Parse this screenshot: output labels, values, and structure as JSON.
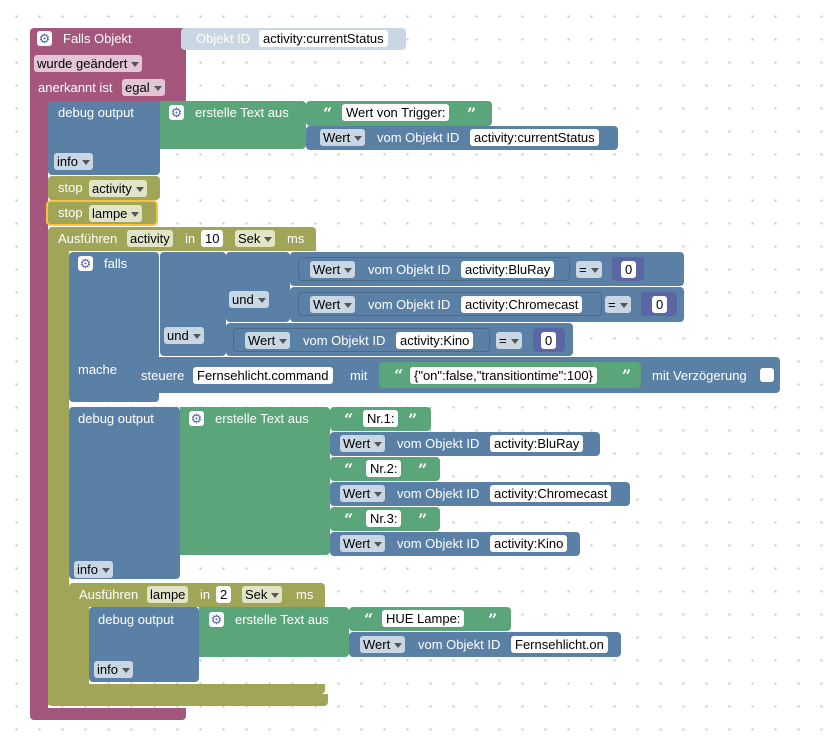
{
  "event": {
    "title": "Falls Objekt",
    "objektid_label": "Objekt ID",
    "objektid_value": "activity:currentStatus",
    "change_dd": "wurde geändert",
    "ack_label": "anerkannt ist",
    "ack_dd": "egal"
  },
  "debug1": {
    "label": "debug output",
    "text_label": "erstelle Text aus",
    "str1": "Wert von Trigger:",
    "wert_dd": "Wert",
    "vom_label": "vom Objekt ID",
    "obj": "activity:currentStatus",
    "level_dd": "info"
  },
  "stop1": {
    "label": "stop",
    "dd": "activity"
  },
  "stop2": {
    "label": "stop",
    "dd": "lampe"
  },
  "timeout1": {
    "label": "Ausführen",
    "name": "activity",
    "in_label": "in",
    "value": "10",
    "unit_dd": "Sek",
    "ms_label": "ms"
  },
  "if_block": {
    "falls": "falls",
    "mache": "mache",
    "und1": "und",
    "und2": "und",
    "cmp1": {
      "wert": "Wert",
      "vom": "vom Objekt ID",
      "obj": "activity:BluRay",
      "op": "=",
      "num": "0"
    },
    "cmp2": {
      "wert": "Wert",
      "vom": "vom Objekt ID",
      "obj": "activity:Chromecast",
      "op": "=",
      "num": "0"
    },
    "cmp3": {
      "wert": "Wert",
      "vom": "vom Objekt ID",
      "obj": "activity:Kino",
      "op": "=",
      "num": "0"
    },
    "control": {
      "label": "steuere",
      "obj": "Fernsehlicht.command",
      "mit": "mit",
      "value": "{\"on\":false,\"transitiontime\":100}",
      "delay_label": "mit Verzögerung"
    }
  },
  "debug2": {
    "label": "debug output",
    "text_label": "erstelle Text aus",
    "s1": "Nr.1:",
    "s2": "Nr.2:",
    "s3": "Nr.3:",
    "wert": "Wert",
    "vom": "vom Objekt ID",
    "o1": "activity:BluRay",
    "o2": "activity:Chromecast",
    "o3": "activity:Kino",
    "level_dd": "info"
  },
  "timeout2": {
    "label": "Ausführen",
    "name": "lampe",
    "in_label": "in",
    "value": "2",
    "unit_dd": "Sek",
    "ms_label": "ms"
  },
  "debug3": {
    "label": "debug output",
    "text_label": "erstelle Text aus",
    "str": "HUE Lampe:",
    "wert": "Wert",
    "vom": "vom Objekt ID",
    "obj": "Fernsehlicht.on",
    "level_dd": "info"
  },
  "icons": {
    "gear": "⚙",
    "open_quote": "“",
    "close_quote": "”"
  }
}
